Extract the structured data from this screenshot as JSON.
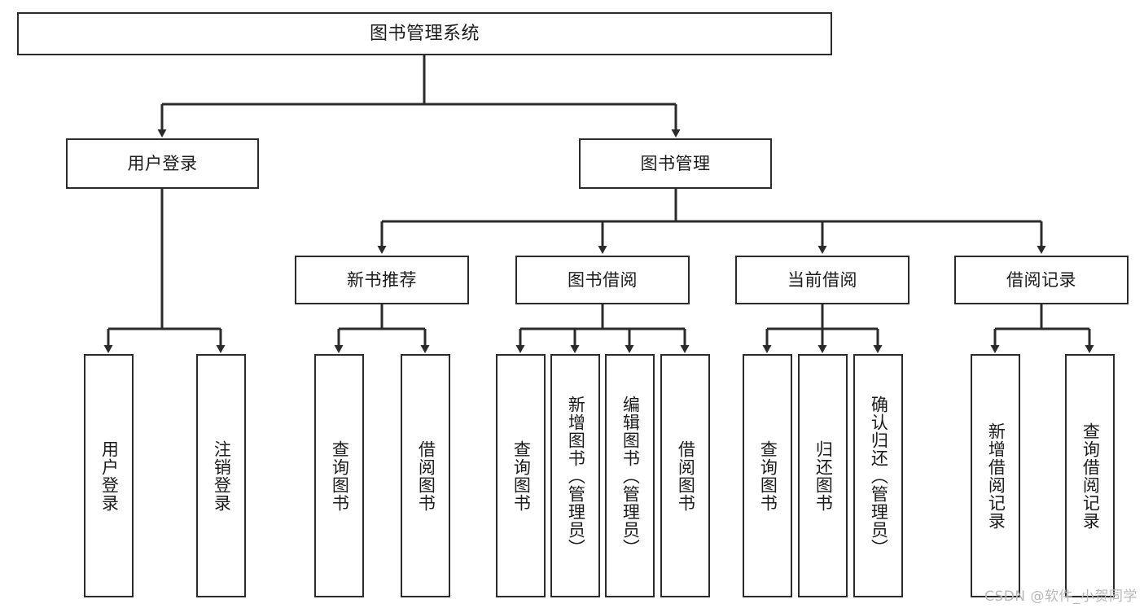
{
  "diagram": {
    "title": "图书管理系统",
    "type": "tree",
    "root": {
      "id": "root",
      "label": "图书管理系统"
    },
    "level1": [
      {
        "id": "user-login",
        "label": "用户登录"
      },
      {
        "id": "book-manage",
        "label": "图书管理"
      }
    ],
    "level2": [
      {
        "id": "new-book-rec",
        "label": "新书推荐",
        "parent": "book-manage"
      },
      {
        "id": "book-borrow",
        "label": "图书借阅",
        "parent": "book-manage"
      },
      {
        "id": "current-borrow",
        "label": "当前借阅",
        "parent": "book-manage"
      },
      {
        "id": "borrow-record",
        "label": "借阅记录",
        "parent": "book-manage"
      }
    ],
    "leaves": {
      "user-login": [
        {
          "id": "leaf-user-login",
          "label": "用户登录"
        },
        {
          "id": "leaf-user-logout",
          "label": "注销登录"
        }
      ],
      "new-book-rec": [
        {
          "id": "leaf-query-book-1",
          "label": "查询图书"
        },
        {
          "id": "leaf-borrow-book-1",
          "label": "借阅图书"
        }
      ],
      "book-borrow": [
        {
          "id": "leaf-query-book-2",
          "label": "查询图书"
        },
        {
          "id": "leaf-add-book",
          "label": "新增图书（管理员）"
        },
        {
          "id": "leaf-edit-book",
          "label": "编辑图书（管理员）"
        },
        {
          "id": "leaf-borrow-book-2",
          "label": "借阅图书"
        }
      ],
      "current-borrow": [
        {
          "id": "leaf-query-book-3",
          "label": "查询图书"
        },
        {
          "id": "leaf-return-book",
          "label": "归还图书"
        },
        {
          "id": "leaf-confirm-return",
          "label": "确认归还（管理员）"
        }
      ],
      "borrow-record": [
        {
          "id": "leaf-add-record",
          "label": "新增借阅记录"
        },
        {
          "id": "leaf-query-record",
          "label": "查询借阅记录"
        }
      ]
    }
  },
  "watermark": {
    "text": "CSDN @软件_小贺同学"
  },
  "colors": {
    "stroke": "#2b2b2b",
    "fill": "#ffffff",
    "text": "#1b1b1b",
    "watermark": "#b9b9b9"
  }
}
